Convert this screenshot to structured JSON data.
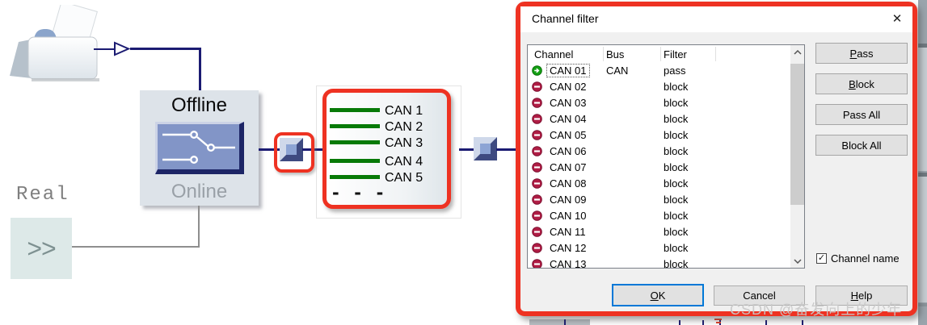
{
  "diagram": {
    "offline_label": "Offline",
    "online_label": "Online",
    "real_label": "Real",
    "replay_symbol": ">>",
    "channel_block": {
      "channels": [
        "CAN 1",
        "CAN 2",
        "CAN 3",
        "CAN 4",
        "CAN 5"
      ],
      "ellipsis": "- - -"
    }
  },
  "dialog": {
    "title": "Channel filter",
    "close_icon": "✕",
    "list": {
      "columns": [
        "Channel",
        "Bus",
        "Filter"
      ],
      "rows": [
        {
          "channel": "CAN 01",
          "bus": "CAN",
          "filter": "pass",
          "state": "pass",
          "selected": true
        },
        {
          "channel": "CAN 02",
          "bus": "",
          "filter": "block",
          "state": "block",
          "selected": false
        },
        {
          "channel": "CAN 03",
          "bus": "",
          "filter": "block",
          "state": "block",
          "selected": false
        },
        {
          "channel": "CAN 04",
          "bus": "",
          "filter": "block",
          "state": "block",
          "selected": false
        },
        {
          "channel": "CAN 05",
          "bus": "",
          "filter": "block",
          "state": "block",
          "selected": false
        },
        {
          "channel": "CAN 06",
          "bus": "",
          "filter": "block",
          "state": "block",
          "selected": false
        },
        {
          "channel": "CAN 07",
          "bus": "",
          "filter": "block",
          "state": "block",
          "selected": false
        },
        {
          "channel": "CAN 08",
          "bus": "",
          "filter": "block",
          "state": "block",
          "selected": false
        },
        {
          "channel": "CAN 09",
          "bus": "",
          "filter": "block",
          "state": "block",
          "selected": false
        },
        {
          "channel": "CAN 10",
          "bus": "",
          "filter": "block",
          "state": "block",
          "selected": false
        },
        {
          "channel": "CAN 11",
          "bus": "",
          "filter": "block",
          "state": "block",
          "selected": false
        },
        {
          "channel": "CAN 12",
          "bus": "",
          "filter": "block",
          "state": "block",
          "selected": false
        },
        {
          "channel": "CAN 13",
          "bus": "",
          "filter": "block",
          "state": "block",
          "selected": false
        }
      ]
    },
    "side_buttons": [
      {
        "label": "Pass",
        "mnemonic": "P"
      },
      {
        "label": "Block",
        "mnemonic": "B"
      },
      {
        "label": "Pass All"
      },
      {
        "label": "Block All"
      }
    ],
    "checkbox": {
      "label": "Channel name",
      "checked": true,
      "check_glyph": "✓"
    },
    "bottom_buttons": [
      {
        "label": "OK",
        "mnemonic": "O",
        "default": true
      },
      {
        "label": "Cancel"
      },
      {
        "label": "Help",
        "mnemonic": "H"
      }
    ]
  },
  "watermark": "CSDN @奋发向上的少年",
  "colors": {
    "annotation_red": "#ee3222",
    "navy_line": "#1b1b72",
    "green_line": "#077a07",
    "pass_icon_green": "#14a014",
    "block_icon_red": "#b01d45",
    "ok_focus_blue": "#0078d7"
  }
}
